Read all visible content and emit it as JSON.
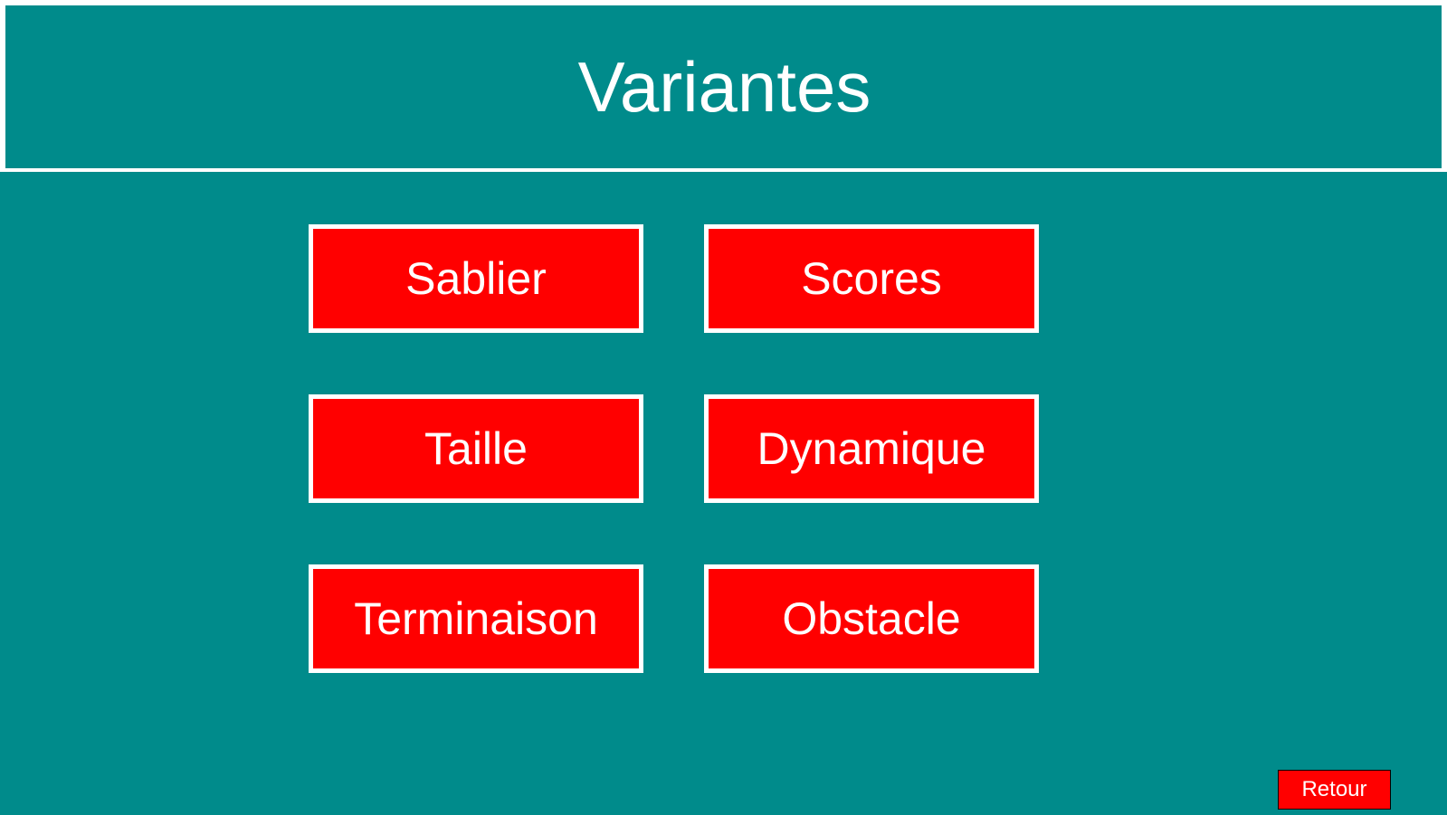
{
  "header": {
    "title": "Variantes"
  },
  "menu": {
    "items": [
      {
        "label": "Sablier"
      },
      {
        "label": "Scores"
      },
      {
        "label": "Taille"
      },
      {
        "label": "Dynamique"
      },
      {
        "label": "Terminaison"
      },
      {
        "label": "Obstacle"
      }
    ]
  },
  "footer": {
    "back_label": "Retour"
  },
  "colors": {
    "background": "#008b8b",
    "button": "#ff0000",
    "text": "#ffffff",
    "border": "#ffffff"
  }
}
